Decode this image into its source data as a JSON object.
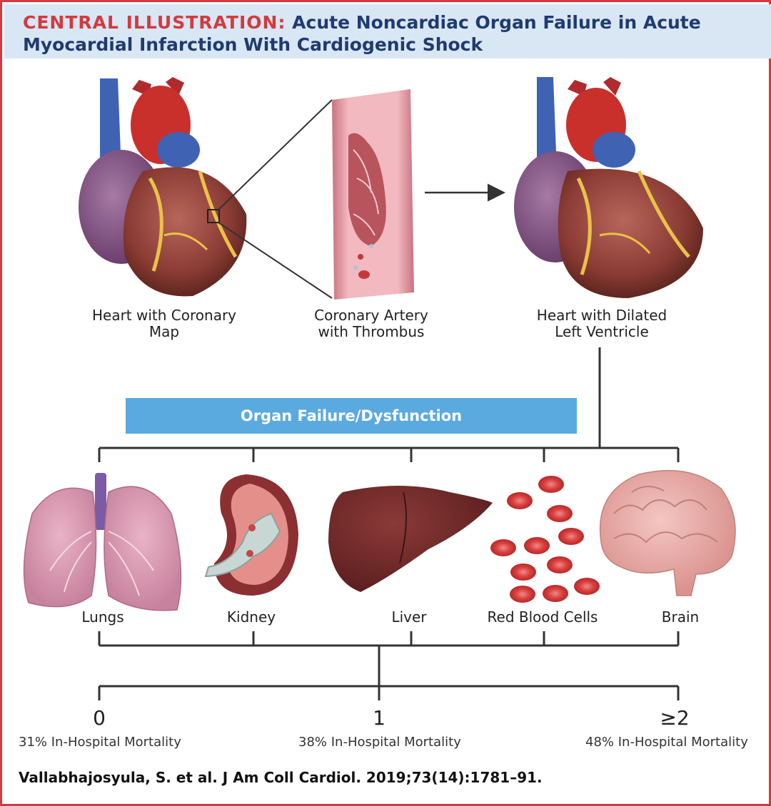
{
  "header": {
    "title_prefix": "CENTRAL ILLUSTRATION:",
    "title_line1_rest": "Acute Noncardiac Organ Failure in Acute",
    "title_line2": "Myocardial Infarction With Cardiogenic Shock"
  },
  "top_panels": [
    {
      "line1": "Heart with Coronary",
      "line2": "Map"
    },
    {
      "line1": "Coronary Artery",
      "line2": "with Thrombus"
    },
    {
      "line1": "Heart with Dilated",
      "line2": "Left Ventricle"
    }
  ],
  "banner": "Organ Failure/Dysfunction",
  "organs": [
    "Lungs",
    "Kidney",
    "Liver",
    "Red Blood Cells",
    "Brain"
  ],
  "scale": [
    {
      "count": "0",
      "mortality": "31% In-Hospital Mortality"
    },
    {
      "count": "1",
      "mortality": "38% In-Hospital Mortality"
    },
    {
      "count": "≥2",
      "mortality": "48% In-Hospital Mortality"
    }
  ],
  "citation": "Vallabhajosyula, S. et al. J Am Coll Cardiol. 2019;73(14):1781–91.",
  "colors": {
    "accent_red": "#d23a3f",
    "header_bg": "#d9e6f4",
    "title_blue": "#1f3b6f",
    "banner_blue": "#5aaadf"
  }
}
